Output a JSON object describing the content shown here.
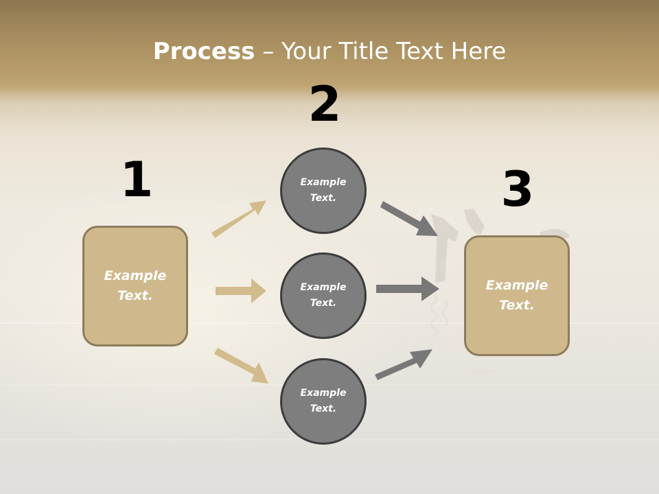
{
  "slide": {
    "title_strong": "Process",
    "title_rest": " – Your Title Text Here",
    "colors": {
      "accent_box": "#cfb88c",
      "accent_box_border": "#8c7c5c",
      "circle_fill": "#7e7e7e",
      "circle_border": "#3c3c3c",
      "arrow_tan": "#d2bb8c",
      "arrow_gray": "#787878"
    }
  },
  "steps": {
    "step1": {
      "number": "1",
      "text": "Example\nText."
    },
    "step2": {
      "number": "2",
      "circles": [
        {
          "text": "Example\nText."
        },
        {
          "text": "Example\nText."
        },
        {
          "text": "Example\nText."
        }
      ]
    },
    "step3": {
      "number": "3",
      "text": "Example\nText."
    }
  }
}
